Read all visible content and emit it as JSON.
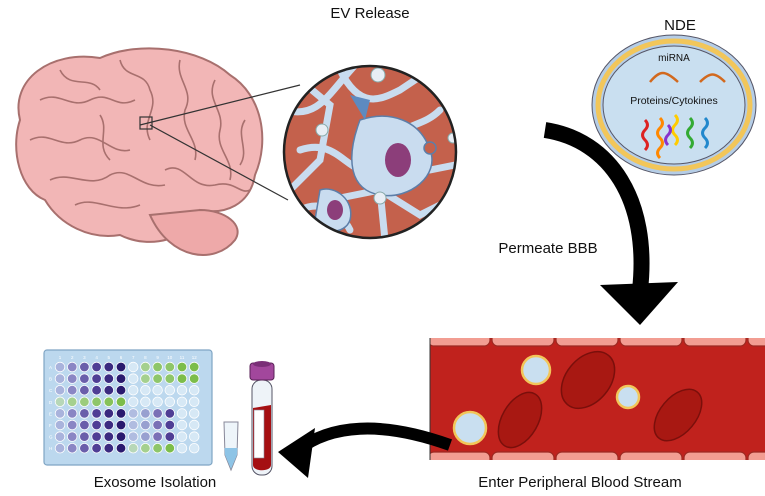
{
  "labels": {
    "ev_release": "EV Release",
    "nde": "NDE",
    "mirna": "miRNA",
    "proteins": "Proteins/Cytokines",
    "permeate": "Permeate BBB",
    "blood_stream": "Enter Peripheral Blood Stream",
    "exosome_isolation": "Exosome Isolation"
  },
  "plate": {
    "columns": [
      "1",
      "2",
      "3",
      "4",
      "5",
      "6",
      "7",
      "8",
      "9",
      "10",
      "11",
      "12"
    ],
    "rows": [
      "A",
      "B",
      "C",
      "D",
      "E",
      "F",
      "G",
      "H"
    ]
  },
  "colors": {
    "brain": "#f2b6b6",
    "tissue": "#c4614c",
    "neuron": "#c9dcef",
    "nucleus": "#8c3e7a",
    "blood": "#c0221d",
    "rbc": "#a81812",
    "vesicle_membrane": "#f2c65a",
    "vesicle_fill": "#c9dff0",
    "well_purple": "#3b2a80",
    "well_green": "#7cbd4a",
    "tube_cap": "#a2479c"
  }
}
